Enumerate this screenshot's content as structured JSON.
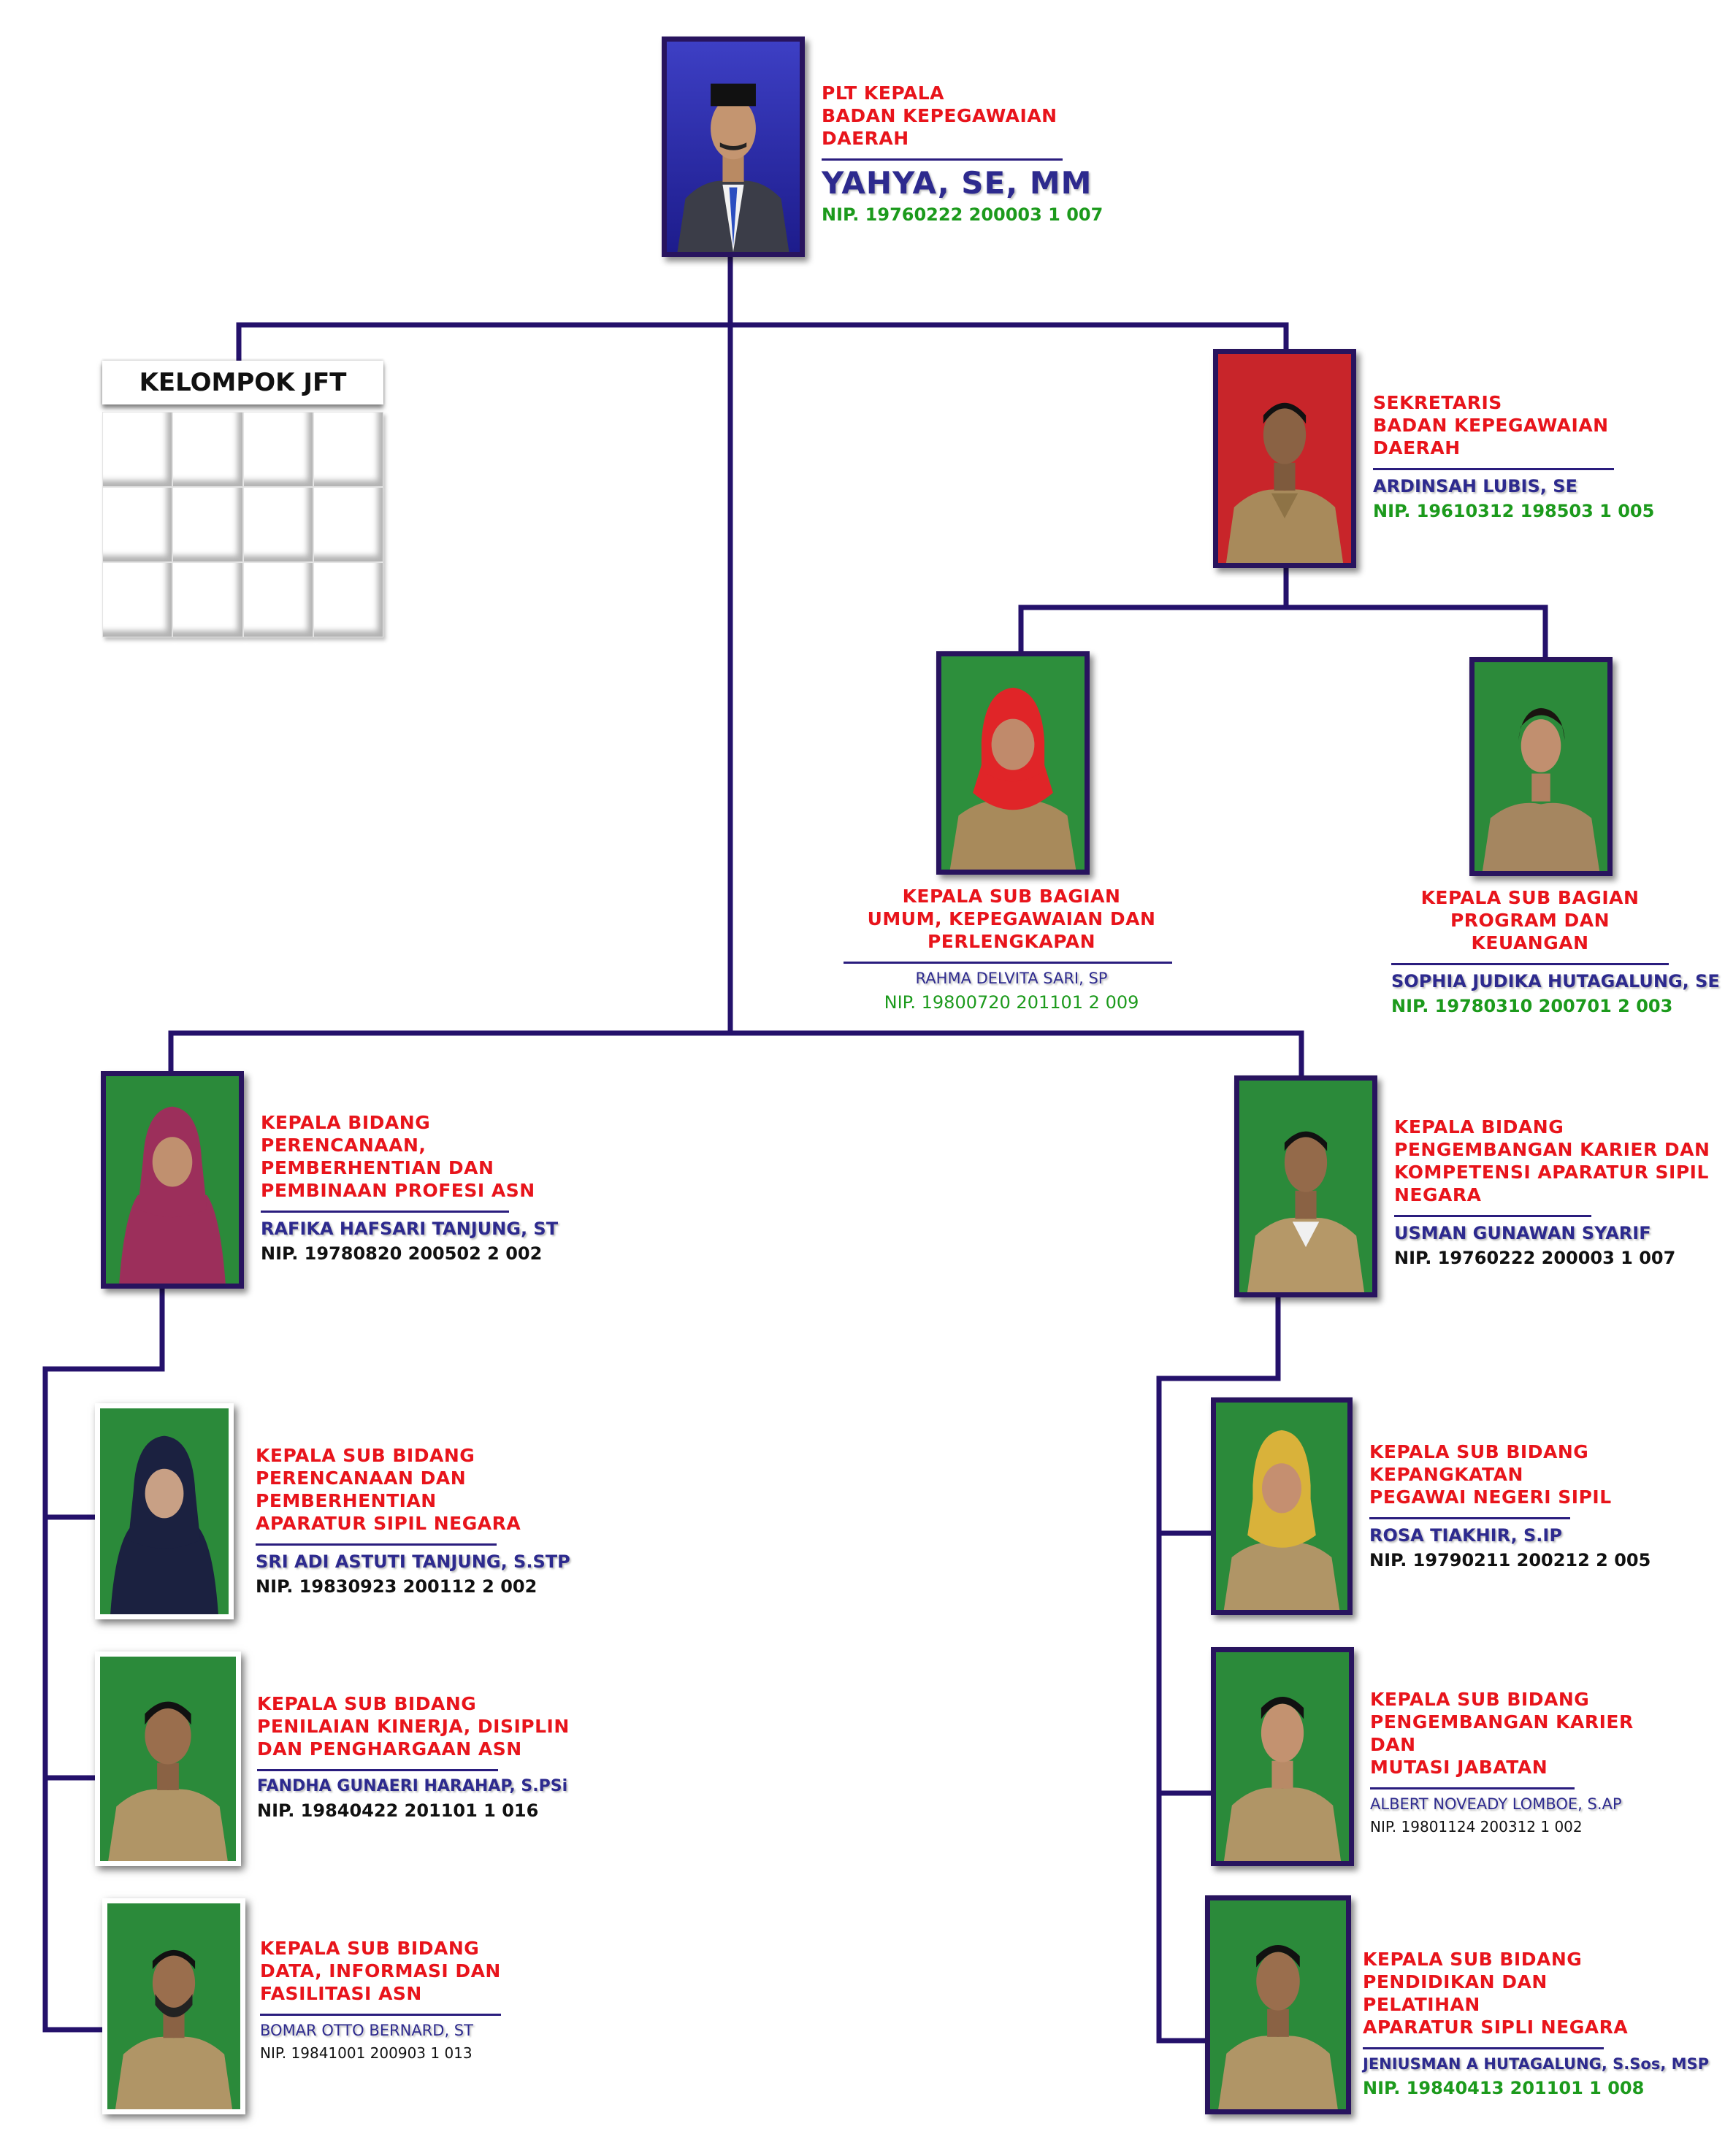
{
  "colors": {
    "line": "#24116b",
    "title": "#e8141b",
    "name": "#2d2a8e",
    "nip_green": "#1c9a1c",
    "nip_black": "#111111"
  },
  "jft": {
    "label": "KELOMPOK JFT",
    "cells": 12
  },
  "head": {
    "title": "PLT KEPALA\nBADAN KEPEGAWAIAN\nDAERAH",
    "name": "YAHYA, SE, MM",
    "nip": "NIP. 19760222 200003 1 007",
    "photo": "official-portrait-blue"
  },
  "sekretaris": {
    "title": "SEKRETARIS\nBADAN KEPEGAWAIAN\nDAERAH",
    "name": "ARDINSAH LUBIS, SE",
    "nip": "NIP. 19610312 198503 1 005",
    "photo": "official-portrait-red"
  },
  "subbag_umum": {
    "title": "KEPALA SUB BAGIAN\nUMUM, KEPEGAWAIAN DAN PERLENGKAPAN",
    "name": "RAHMA DELVITA SARI, SP",
    "nip": "NIP. 19800720 201101 2 009"
  },
  "subbag_program": {
    "title": "KEPALA SUB BAGIAN\nPROGRAM DAN KEUANGAN",
    "name": "SOPHIA JUDIKA HUTAGALUNG, SE",
    "nip": "NIP. 19780310 200701 2 003"
  },
  "bidang_perencanaan": {
    "title": "KEPALA BIDANG\nPERENCANAAN, PEMBERHENTIAN DAN\nPEMBINAAN PROFESI ASN",
    "name": "RAFIKA HAFSARI TANJUNG, ST",
    "nip": "NIP. 19780820 200502 2 002"
  },
  "bidang_pengembangan": {
    "title": "KEPALA BIDANG\nPENGEMBANGAN KARIER DAN\nKOMPETENSI APARATUR SIPIL NEGARA",
    "name": "USMAN GUNAWAN SYARIF",
    "nip": "NIP. 19760222 200003 1 007"
  },
  "subbid_left": [
    {
      "title": "KEPALA SUB BIDANG\nPERENCANAAN DAN PEMBERHENTIAN\nAPARATUR SIPIL NEGARA",
      "name": "SRI ADI ASTUTI TANJUNG, S.STP",
      "nip": "NIP. 19830923 200112 2 002"
    },
    {
      "title": "KEPALA SUB BIDANG\nPENILAIAN KINERJA, DISIPLIN\nDAN PENGHARGAAN ASN",
      "name": "FANDHA GUNAERI HARAHAP, S.PSi",
      "nip": "NIP. 19840422 201101 1 016"
    },
    {
      "title": "KEPALA SUB BIDANG\nDATA, INFORMASI DAN\nFASILITASI ASN",
      "name": "BOMAR OTTO BERNARD, ST",
      "nip": "NIP. 19841001 200903 1 013"
    }
  ],
  "subbid_right": [
    {
      "title": "KEPALA SUB BIDANG\nKEPANGKATAN\nPEGAWAI NEGERI SIPIL",
      "name": "ROSA TIAKHIR, S.IP",
      "nip": "NIP. 19790211 200212 2 005"
    },
    {
      "title": "KEPALA SUB BIDANG\nPENGEMBANGAN KARIER DAN\nMUTASI JABATAN",
      "name": "ALBERT NOVEADY LOMBOE, S.AP",
      "nip": "NIP. 19801124 200312 1 002"
    },
    {
      "title": "KEPALA SUB BIDANG\nPENDIDIKAN DAN PELATIHAN\nAPARATUR SIPLI NEGARA",
      "name": "JENIUSMAN A HUTAGALUNG, S.Sos, MSP",
      "nip": "NIP. 19840413 201101 1 008"
    }
  ]
}
